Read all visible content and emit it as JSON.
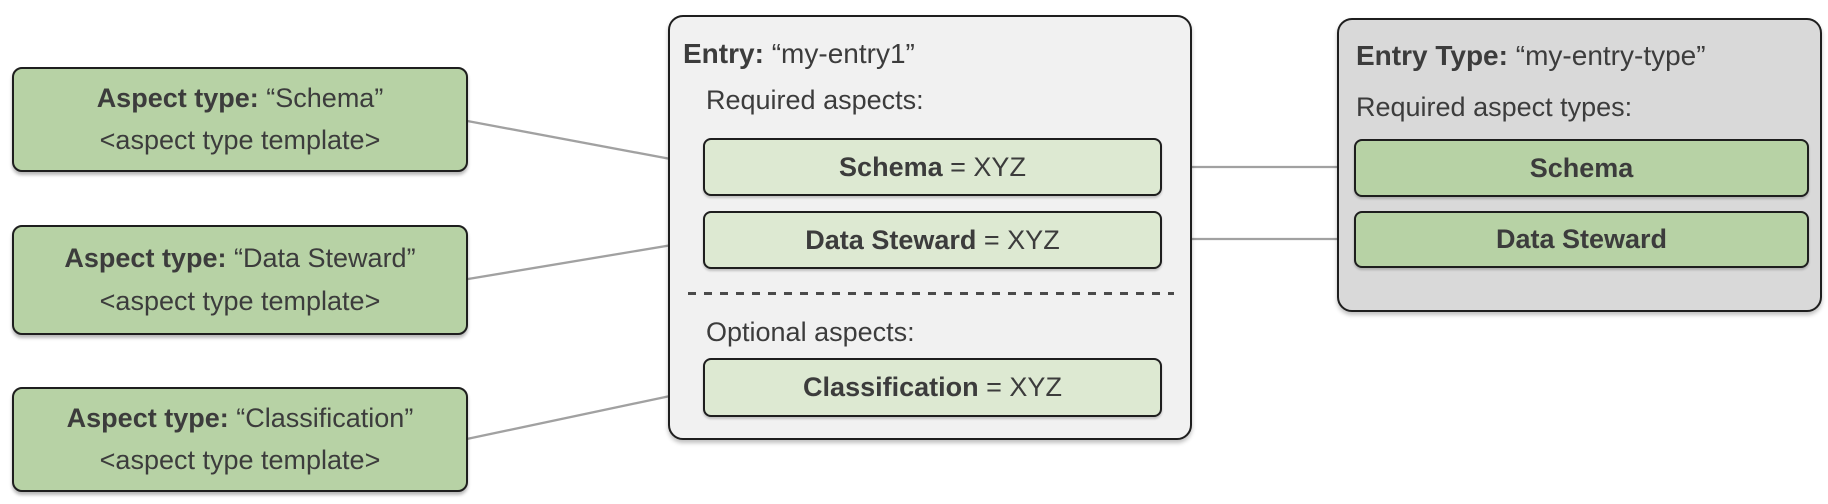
{
  "aspect_types": {
    "boxes": [
      {
        "label": "Aspect type:",
        "name": "“Schema”",
        "template": "<aspect type template>"
      },
      {
        "label": "Aspect type:",
        "name": "“Data Steward”",
        "template": "<aspect type template>"
      },
      {
        "label": "Aspect type:",
        "name": "“Classification”",
        "template": "<aspect type template>"
      }
    ]
  },
  "entry": {
    "label": "Entry:",
    "name": "“my-entry1”",
    "required_heading": "Required aspects:",
    "optional_heading": "Optional aspects:",
    "required_aspects": [
      {
        "name": "Schema",
        "value": "= XYZ"
      },
      {
        "name": "Data Steward",
        "value": "= XYZ"
      }
    ],
    "optional_aspects": [
      {
        "name": "Classification",
        "value": "= XYZ"
      }
    ]
  },
  "entry_type": {
    "label": "Entry Type:",
    "name": "“my-entry-type”",
    "required_heading": "Required aspect types:",
    "required_aspect_types": [
      {
        "name": "Schema"
      },
      {
        "name": "Data Steward"
      }
    ]
  },
  "colors": {
    "aspect_green": "#b7d2a5",
    "aspect_green_light": "#dde9d2",
    "entry_panel_bg": "#f1f1f1",
    "entry_type_panel_bg": "#d9d9d9",
    "border": "#1e1e1e",
    "connector": "#a1a1a1",
    "text": "#3c3c3c"
  }
}
